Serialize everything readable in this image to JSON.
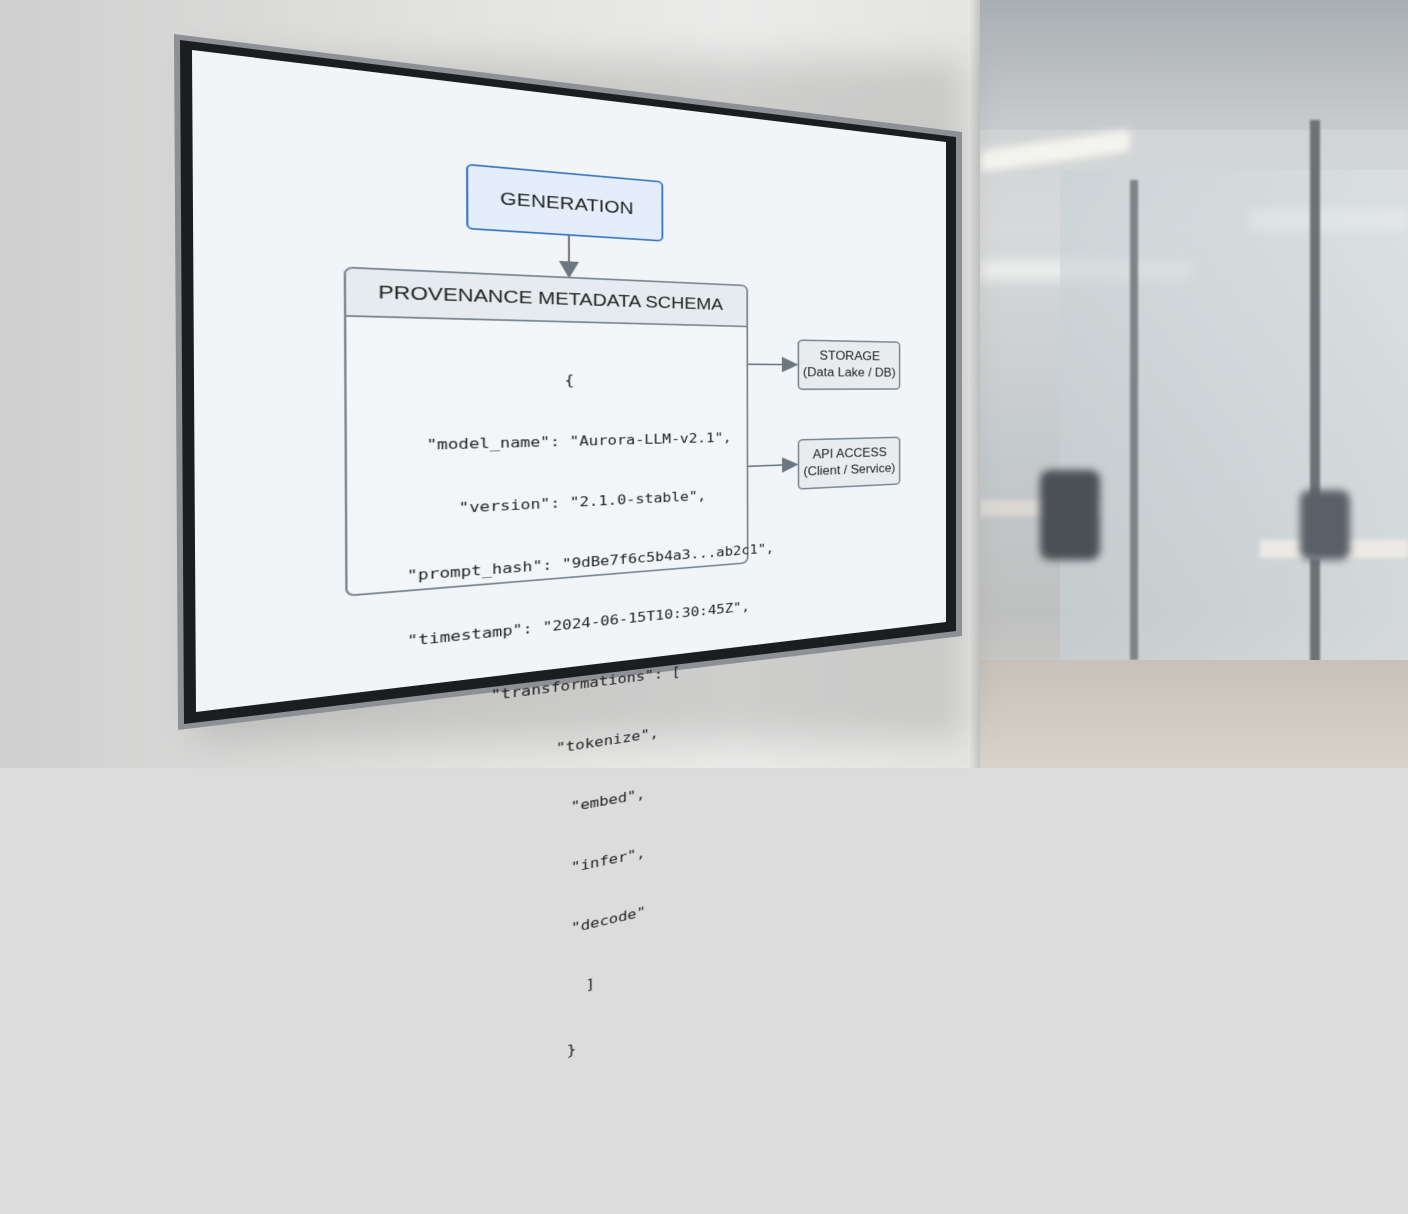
{
  "diagram": {
    "generation_label": "GENERATION",
    "schema_title": "PROVENANCE METADATA SCHEMA",
    "schema_lines": [
      "{",
      "    \"model_name\": \"Aurora-LLM-v2.1\",",
      "    \"version\": \"2.1.0-stable\",",
      "    \"prompt_hash\": \"9dBe7f6c5b4a3...ab2c1\",",
      "    \"timestamp\": \"2024-06-15T10:30:45Z\",",
      "    \"transformations\": [",
      "        \"tokenize\",",
      "        \"embed\",",
      "        \"infer\",",
      "        \"decode\"",
      "    ]",
      "}"
    ],
    "storage": {
      "title": "STORAGE",
      "subtitle": "(Data Lake / DB)"
    },
    "api_access": {
      "title": "API ACCESS",
      "subtitle": "(Client / Service)"
    }
  },
  "colors": {
    "generation_fill": "#e3eefa",
    "generation_border": "#3d78c2",
    "box_border": "#7b8791",
    "arrow": "#6b7780",
    "screen": "#f2f5f7",
    "bezel": "#1c1d1f"
  },
  "icons": [
    "arrow-down-icon",
    "arrow-right-icon"
  ]
}
